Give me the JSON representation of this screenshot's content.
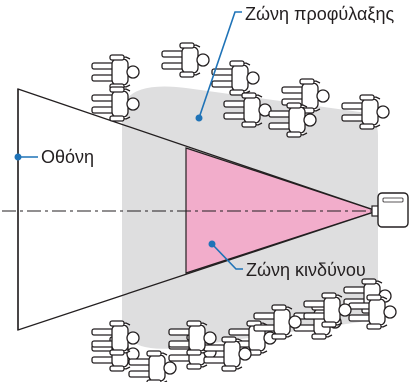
{
  "labels": {
    "protection_zone": "Ζώνη προφύλαξης",
    "screen": "Οθόνη",
    "danger_zone": "Ζώνη κινδύνου"
  },
  "colors": {
    "protection_zone_fill": "#dededf",
    "danger_zone_fill": "#f2adcb",
    "leader_line": "#1f73b7",
    "outline": "#231f20",
    "projector": "#ffffff"
  },
  "icons": {
    "person": "seated-person-icon",
    "projector": "projector-icon"
  },
  "people_count": 20
}
